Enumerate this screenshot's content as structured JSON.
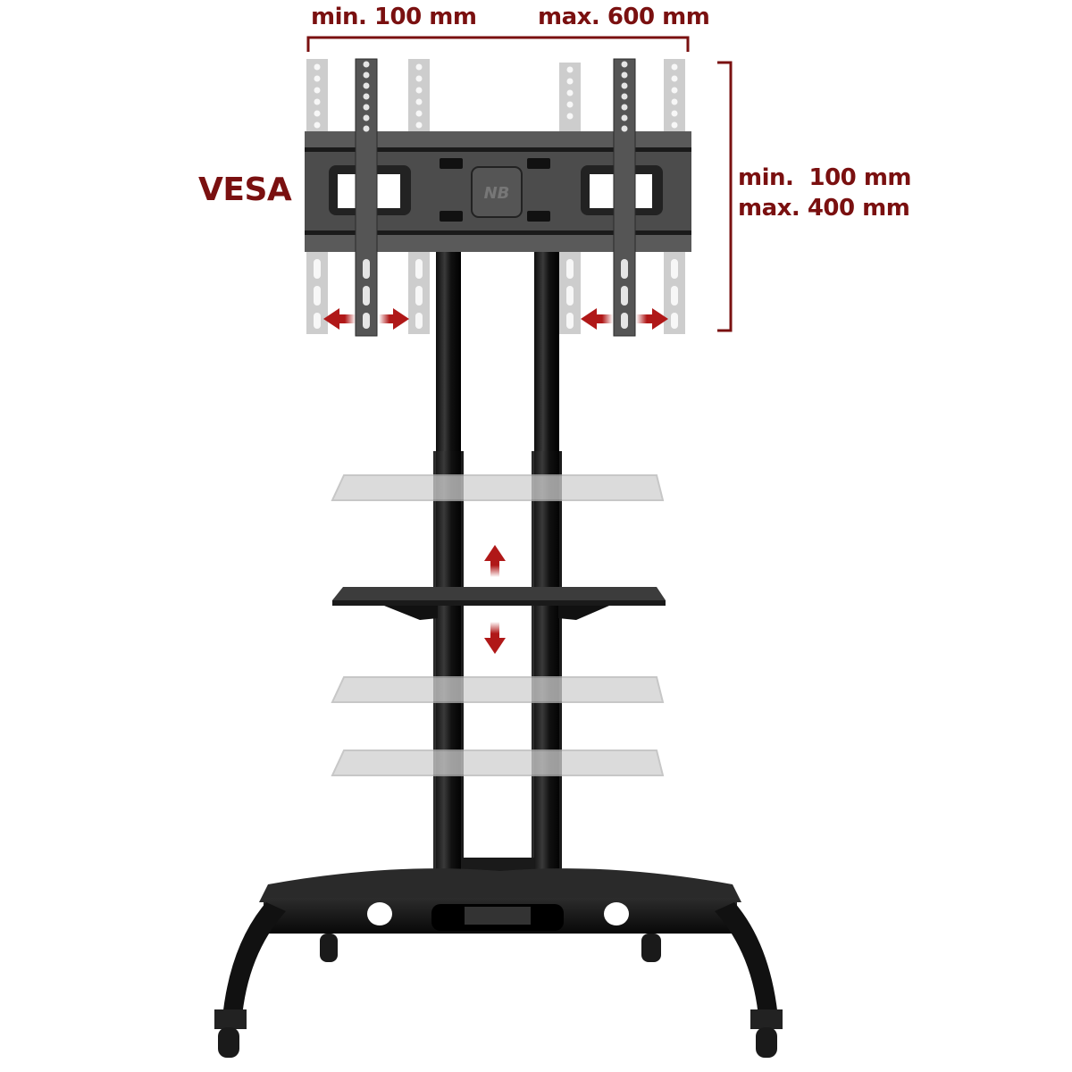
{
  "product": {
    "description": "Mobile TV cart with VESA mount, adjustable shelf and caster base",
    "brand_logo": "NB"
  },
  "annotations": {
    "horizontal": {
      "min_label": "min. 100 mm",
      "max_label": "max. 600 mm"
    },
    "vertical": {
      "min_label": "min.  100 mm",
      "max_label": "max. 400 mm"
    },
    "standard_label": "VESA"
  },
  "arrows": {
    "horizontal_adjust": [
      "left-pair",
      "right-pair"
    ],
    "shelf_adjust": [
      "up",
      "down"
    ]
  },
  "colors": {
    "annotation_red": "#7a1010",
    "arrow_red": "#b01818",
    "metal_dark": "#1c1c1c",
    "plate_gray": "#4a4a4a",
    "ghost_gray": "#c4c4c4"
  }
}
